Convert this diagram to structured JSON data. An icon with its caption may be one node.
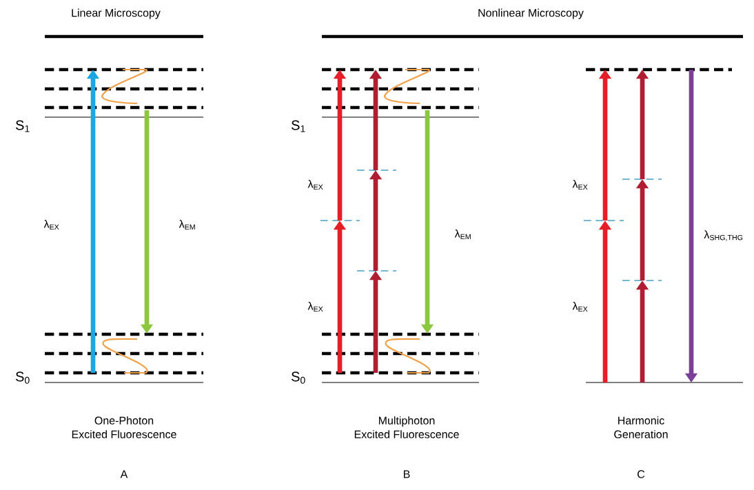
{
  "diagram": {
    "labels": [
      "Linear Microscopy",
      "Nonlinear Microscopy",
      "S$_{1}$",
      "λ$_{EX}$",
      "λ$_{EM}$",
      "S$_{0}$",
      "S$_{1}$",
      "λ$_{EX}$",
      "λ$_{EM}$",
      "λ$_{EX}$",
      "S$_{0}$",
      "λ$_{EX}$",
      "λ$_{SHG,THG}$",
      "λ$_{EX}$",
      "One-Photon Excited Fluorescence",
      "Multiphoton Excited Fluorescence",
      "Harmonic Generation",
      "A",
      "B",
      "C"
    ]
  }
}
